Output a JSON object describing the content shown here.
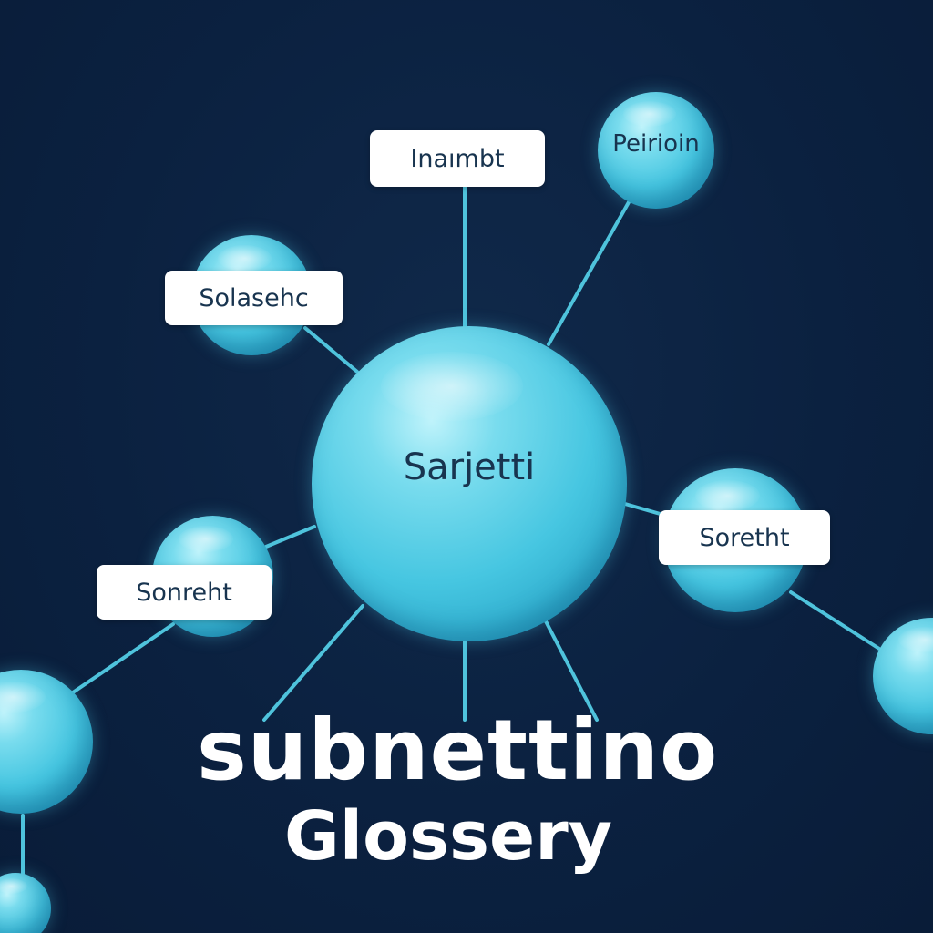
{
  "diagram": {
    "center_label": "Sarjetti",
    "labels": {
      "top": "Inaımbt",
      "upper_right": "Peirioin",
      "upper_left": "Solasehc",
      "left": "Sonreht",
      "right": "Soretht"
    }
  },
  "heading": {
    "title": "subnettino",
    "subtitle": "Glossery"
  },
  "colors": {
    "background": "#0c2240",
    "node": "#46c6e1",
    "link": "#4fc3dc",
    "label_box": "#ffffff",
    "label_text": "#18344f",
    "title_text": "#ffffff"
  }
}
